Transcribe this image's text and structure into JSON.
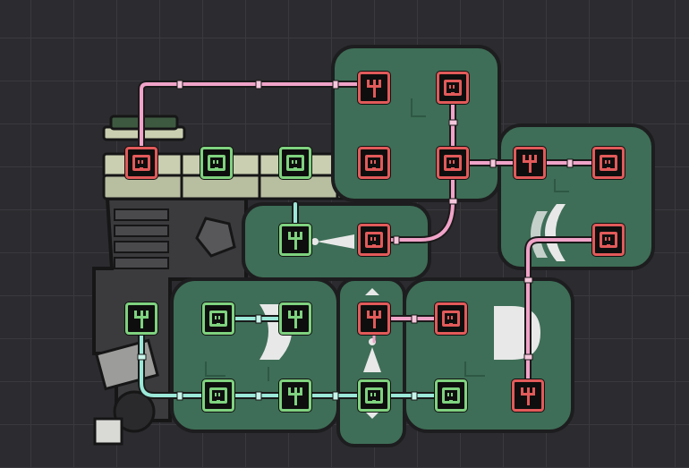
{
  "colors": {
    "background": "#2c2b2f",
    "board_fill": "#3e6e57",
    "board_border": "#1d1d1f",
    "wire_signal": "#f0a3c8",
    "wire_ribbon": "#9be8d8",
    "port_active": "#e25a5a",
    "port_inactive": "#7fd27f",
    "port_housing": "#c9cfb0"
  },
  "icons": {
    "socket": "ethernet-socket-icon",
    "splitter": "fork-splitter-icon",
    "and_gate": "and-gate-icon",
    "or_gate": "or-gate-icon",
    "buffer": "buffer-triangle-icon",
    "filter": "filter-arrow-icon"
  },
  "ports": [
    {
      "id": "top-left-socket",
      "state": "active",
      "icon": "socket"
    },
    {
      "id": "top-mid1-socket",
      "state": "inactive",
      "icon": "socket"
    },
    {
      "id": "top-mid2-socket",
      "state": "inactive",
      "icon": "socket"
    },
    {
      "id": "top-right-socket",
      "state": "active",
      "icon": "socket"
    },
    {
      "id": "upper-splitter",
      "state": "active",
      "icon": "splitter"
    },
    {
      "id": "upper-socket-right",
      "state": "active",
      "icon": "socket"
    },
    {
      "id": "upper-socket-lower",
      "state": "active",
      "icon": "socket"
    },
    {
      "id": "right-splitter",
      "state": "active",
      "icon": "splitter"
    },
    {
      "id": "right-socket-top",
      "state": "active",
      "icon": "socket"
    },
    {
      "id": "right-socket-bottom",
      "state": "active",
      "icon": "socket"
    },
    {
      "id": "buffer-splitter",
      "state": "inactive",
      "icon": "splitter"
    },
    {
      "id": "buffer-socket",
      "state": "active",
      "icon": "socket"
    },
    {
      "id": "left-splitter",
      "state": "inactive",
      "icon": "splitter"
    },
    {
      "id": "or-socket-top",
      "state": "inactive",
      "icon": "socket"
    },
    {
      "id": "or-splitter-top",
      "state": "inactive",
      "icon": "splitter"
    },
    {
      "id": "or-socket-bottom",
      "state": "inactive",
      "icon": "socket"
    },
    {
      "id": "or-splitter-bottom",
      "state": "inactive",
      "icon": "splitter"
    },
    {
      "id": "mid-splitter-top",
      "state": "active",
      "icon": "splitter"
    },
    {
      "id": "mid-socket-bottom",
      "state": "inactive",
      "icon": "socket"
    },
    {
      "id": "and-socket-top",
      "state": "active",
      "icon": "socket"
    },
    {
      "id": "and-socket-bottom",
      "state": "inactive",
      "icon": "socket"
    },
    {
      "id": "and-splitter-out",
      "state": "active",
      "icon": "splitter"
    }
  ]
}
